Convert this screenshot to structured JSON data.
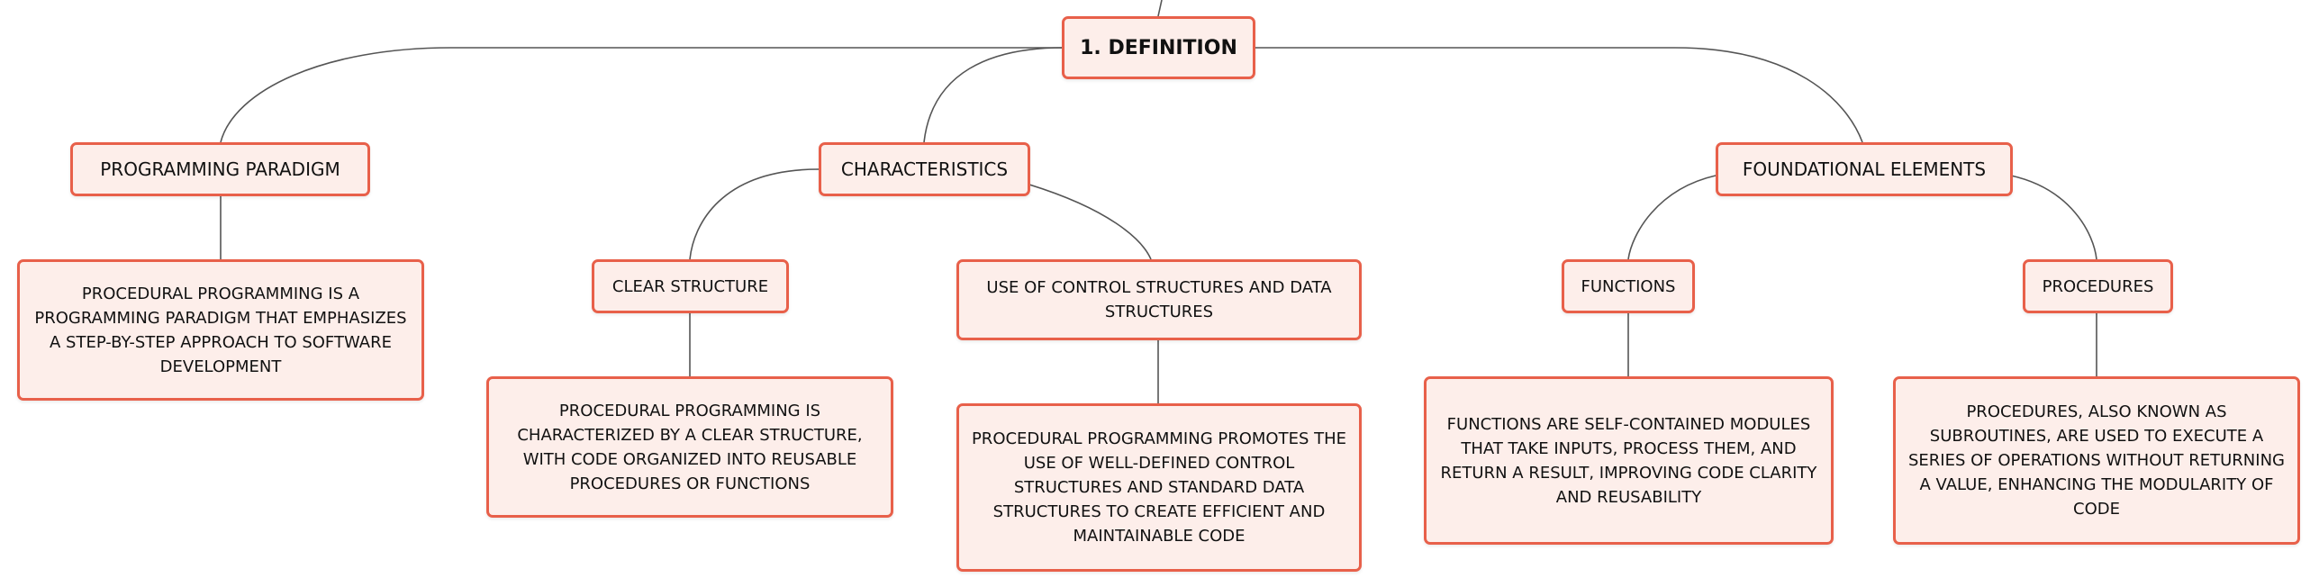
{
  "diagram": {
    "root": {
      "label": "1. DEFINITION"
    },
    "branches": {
      "paradigm": {
        "label": "PROGRAMMING PARADIGM",
        "description": "PROCEDURAL PROGRAMMING IS A PROGRAMMING PARADIGM THAT EMPHASIZES A STEP-BY-STEP APPROACH TO SOFTWARE DEVELOPMENT"
      },
      "characteristics": {
        "label": "CHARACTERISTICS",
        "clear_structure": {
          "label": "CLEAR STRUCTURE",
          "description": "PROCEDURAL PROGRAMMING IS CHARACTERIZED BY A CLEAR STRUCTURE, WITH CODE ORGANIZED INTO REUSABLE PROCEDURES OR FUNCTIONS"
        },
        "control_structures": {
          "label": "USE OF CONTROL STRUCTURES AND DATA STRUCTURES",
          "description": "PROCEDURAL PROGRAMMING PROMOTES THE USE OF WELL-DEFINED CONTROL STRUCTURES AND STANDARD DATA STRUCTURES TO CREATE EFFICIENT AND MAINTAINABLE CODE"
        }
      },
      "foundational": {
        "label": "FOUNDATIONAL ELEMENTS",
        "functions": {
          "label": "FUNCTIONS",
          "description": "FUNCTIONS ARE SELF-CONTAINED MODULES THAT TAKE INPUTS, PROCESS THEM, AND RETURN A RESULT, IMPROVING CODE CLARITY AND REUSABILITY"
        },
        "procedures": {
          "label": "PROCEDURES",
          "description": "PROCEDURES, ALSO KNOWN AS SUBROUTINES, ARE USED TO EXECUTE A SERIES OF OPERATIONS WITHOUT RETURNING A VALUE, ENHANCING THE MODULARITY OF CODE"
        }
      }
    },
    "colors": {
      "node_fill": "#fdeeea",
      "node_border": "#e8604a",
      "connector": "#555555",
      "text": "#111111"
    }
  }
}
